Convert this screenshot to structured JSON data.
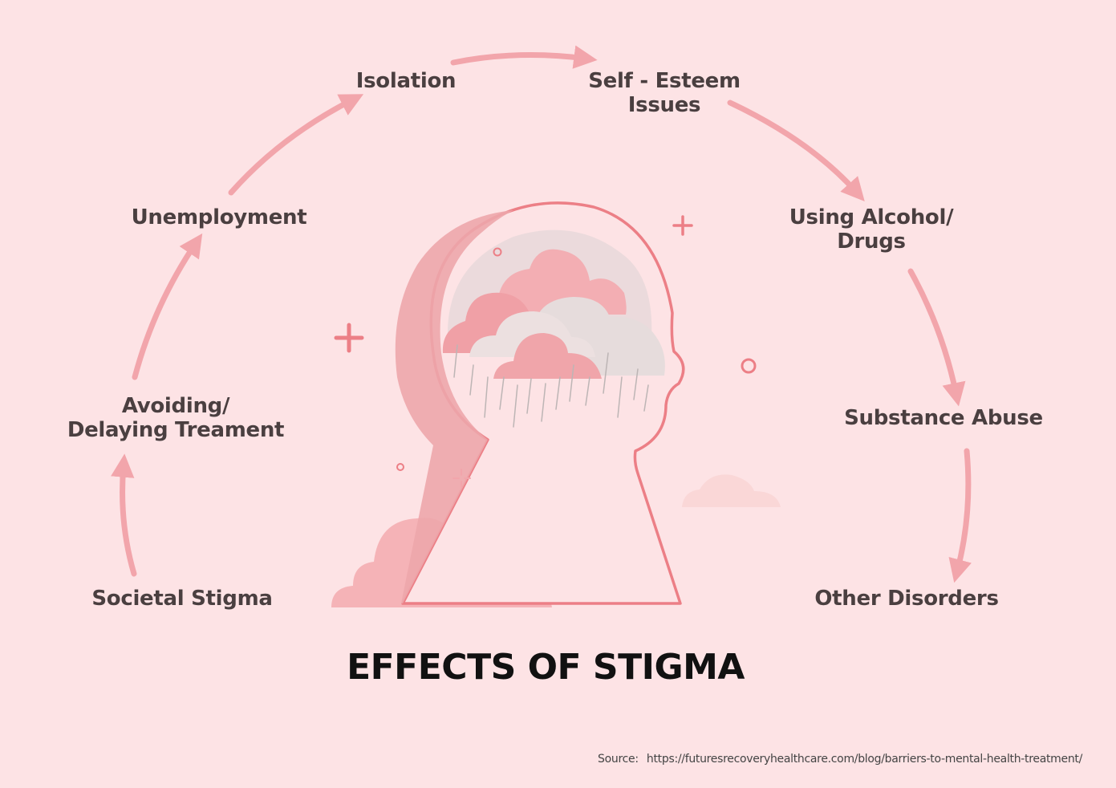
{
  "steps": [
    {
      "id": "societal-stigma",
      "lines": [
        "Societal Stigma"
      ]
    },
    {
      "id": "avoiding-delaying-treatment",
      "lines": [
        "Avoiding/",
        "Delaying Treament"
      ]
    },
    {
      "id": "unemployment",
      "lines": [
        "Unemployment"
      ]
    },
    {
      "id": "isolation",
      "lines": [
        "Isolation"
      ]
    },
    {
      "id": "self-esteem-issues",
      "lines": [
        "Self - Esteem",
        "Issues"
      ]
    },
    {
      "id": "using-alcohol-drugs",
      "lines": [
        "Using Alcohol/",
        "Drugs"
      ]
    },
    {
      "id": "substance-abuse",
      "lines": [
        "Substance Abuse"
      ]
    },
    {
      "id": "other-disorders",
      "lines": [
        "Other Disorders"
      ]
    }
  ],
  "title": "EFFECTS OF STIGMA",
  "source": {
    "label": "Source:",
    "url": "https://futuresrecoveryhealthcare.com/blog/barriers-to-mental-health-treatment/"
  },
  "colors": {
    "background": "#fde3e5",
    "arrow": "#f2a5ab",
    "head_outline": "#ec7f86",
    "cloud_pink": "#f4a9ae",
    "cloud_grey": "#e6dcdc",
    "text": "#4a3f40",
    "title": "#111111"
  },
  "illustration": "head-silhouette-with-rain-clouds"
}
